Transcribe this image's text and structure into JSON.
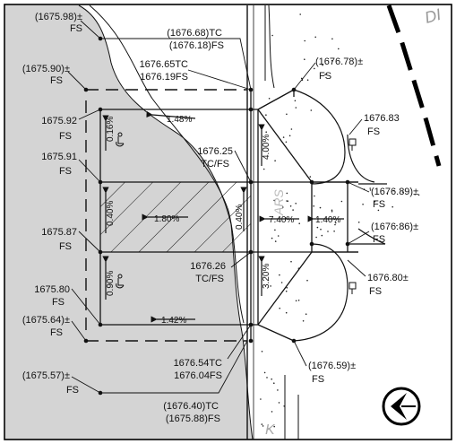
{
  "colors": {
    "shade": "#d4d4d4",
    "line": "#111111",
    "background": "#ffffff"
  },
  "spot_elevations": {
    "e1675_98": {
      "line1": "(1675.98)±",
      "line2": "FS"
    },
    "e1675_90": {
      "line1": "(1675.90)±",
      "line2": "FS"
    },
    "e1675_92": {
      "line1": "1675.92",
      "line2": "FS"
    },
    "e1675_91": {
      "line1": "1675.91",
      "line2": "FS"
    },
    "e1675_87": {
      "line1": "1675.87",
      "line2": "FS"
    },
    "e1675_80": {
      "line1": "1675.80",
      "line2": "FS"
    },
    "e1675_64": {
      "line1": "(1675.64)±",
      "line2": "FS"
    },
    "e1675_57": {
      "line1": "(1675.57)±",
      "line2": "FS"
    },
    "e1676_68": {
      "line1": "(1676.68)TC",
      "line2": "(1676.18)FS"
    },
    "e1676_65": {
      "line1": "1676.65TC",
      "line2": "1676.19FS"
    },
    "e1676_25": {
      "line1": "1676.25",
      "line2": "TC/FS"
    },
    "e1676_26": {
      "line1": "1676.26",
      "line2": "TC/FS"
    },
    "e1676_54": {
      "line1": "1676.54TC",
      "line2": "1676.04FS"
    },
    "e1676_40": {
      "line1": "(1676.40)TC",
      "line2": "(1675.88)FS"
    },
    "e1676_78": {
      "line1": "(1676.78)±",
      "line2": "FS"
    },
    "e1676_83": {
      "line1": "1676.83",
      "line2": "FS"
    },
    "e1676_89": {
      "line1": "(1676.89)±",
      "line2": "FS"
    },
    "e1676_86": {
      "line1": "(1676.86)±",
      "line2": "FS"
    },
    "e1676_80": {
      "line1": "1676.80±",
      "line2": "FS"
    },
    "e1676_59": {
      "line1": "(1676.59)±",
      "line2": "FS"
    }
  },
  "slopes": {
    "s_148": "1.48%",
    "s_016": "0.16%",
    "s_400": "4.00%",
    "s_040a": "0.40%",
    "s_180": "1.80%",
    "s_040b": "0.40%",
    "s_740": "7.40%",
    "s_140": "1.40%",
    "s_090": "0.90%",
    "s_320": "3.20%",
    "s_142": "1.42%"
  },
  "street_labels": {
    "top_right": "DI",
    "mid_right": "ARS",
    "bottom_left": "K"
  },
  "icons": {
    "north_arrow": "north-arrow-icon",
    "accessibility": "accessibility-symbol-icon",
    "sign": "sign-post-icon"
  }
}
